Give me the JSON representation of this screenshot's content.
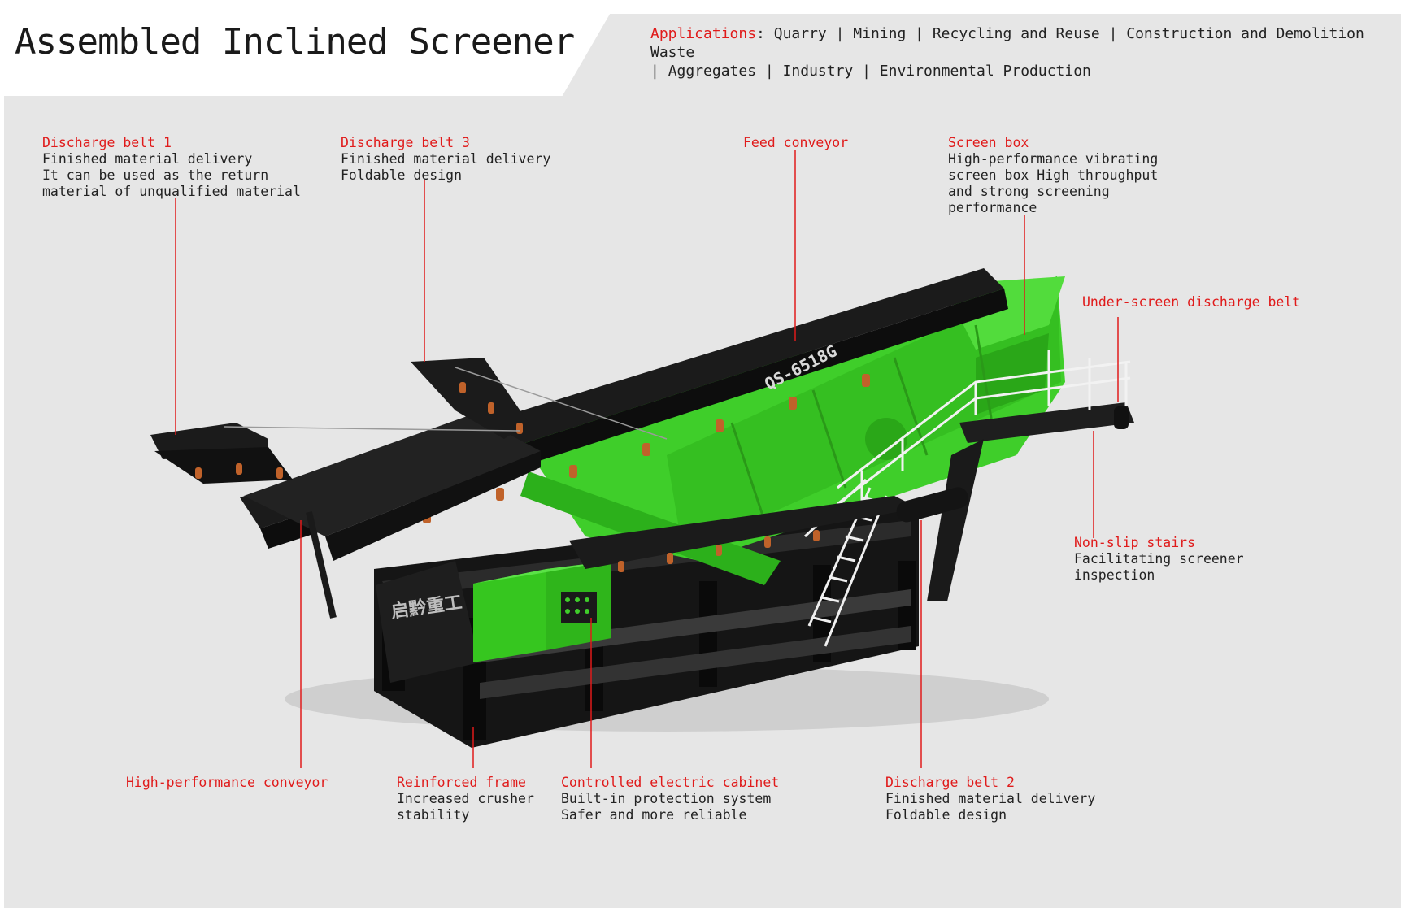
{
  "title": "Assembled Inclined Screener",
  "applications": {
    "label": "Applications",
    "items": [
      "Quarry",
      "Mining",
      "Recycling and Reuse",
      "Construction and Demolition Waste",
      "Aggregates",
      "Industry",
      "Environmental Production"
    ]
  },
  "machine": {
    "model": "QS-6518G",
    "brand": "启黔重工"
  },
  "callouts": [
    {
      "title": "Discharge belt 1",
      "lines": [
        "Finished material delivery",
        "It can be used as the return",
        "material of unqualified material"
      ]
    },
    {
      "title": "Discharge belt 3",
      "lines": [
        "Finished material delivery",
        "Foldable design"
      ]
    },
    {
      "title": "Feed conveyor",
      "lines": []
    },
    {
      "title": "Screen box",
      "lines": [
        "High-performance vibrating",
        "screen box High throughput",
        "and strong screening",
        "performance"
      ]
    },
    {
      "title": "Under-screen discharge belt",
      "lines": []
    },
    {
      "title": "Non-slip stairs",
      "lines": [
        "Facilitating screener",
        "inspection"
      ]
    },
    {
      "title": "High-performance conveyor",
      "lines": []
    },
    {
      "title": "Reinforced frame",
      "lines": [
        "Increased crusher",
        "stability"
      ]
    },
    {
      "title": "Controlled electric cabinet",
      "lines": [
        "Built-in protection system",
        "Safer and more reliable"
      ]
    },
    {
      "title": "Discharge belt 2",
      "lines": [
        "Finished material delivery",
        "Foldable design"
      ]
    }
  ],
  "colors": {
    "accent_red": "#e01b1b",
    "machine_green": "#3fce2a",
    "machine_black": "#1c1c1c",
    "background": "#e6e6e6"
  }
}
